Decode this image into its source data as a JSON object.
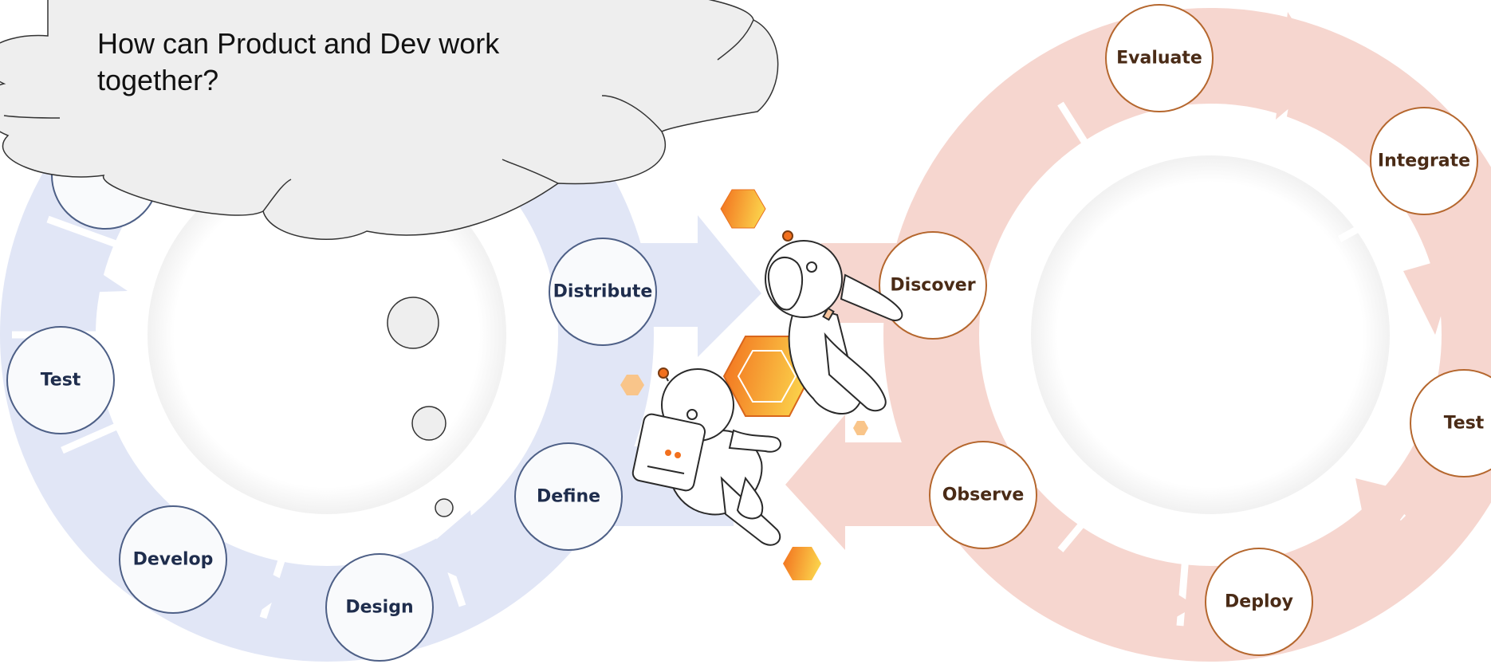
{
  "thought_cloud": {
    "text": "How can Product and Dev work together?"
  },
  "left_loop": {
    "fill_color": "#e1e6f6",
    "node_border_color": "#4d5f86",
    "nodes": [
      "Distribute",
      "Test",
      "Develop",
      "Design",
      "Define"
    ]
  },
  "right_loop": {
    "fill_color": "#f6d6cf",
    "node_border_color": "#b5672e",
    "nodes": [
      "Evaluate",
      "Integrate",
      "Discover",
      "Test",
      "Observe",
      "Deploy"
    ]
  },
  "accent_colors": {
    "hexagon_light": "#fbd04a",
    "hexagon_dark": "#f2701e"
  }
}
